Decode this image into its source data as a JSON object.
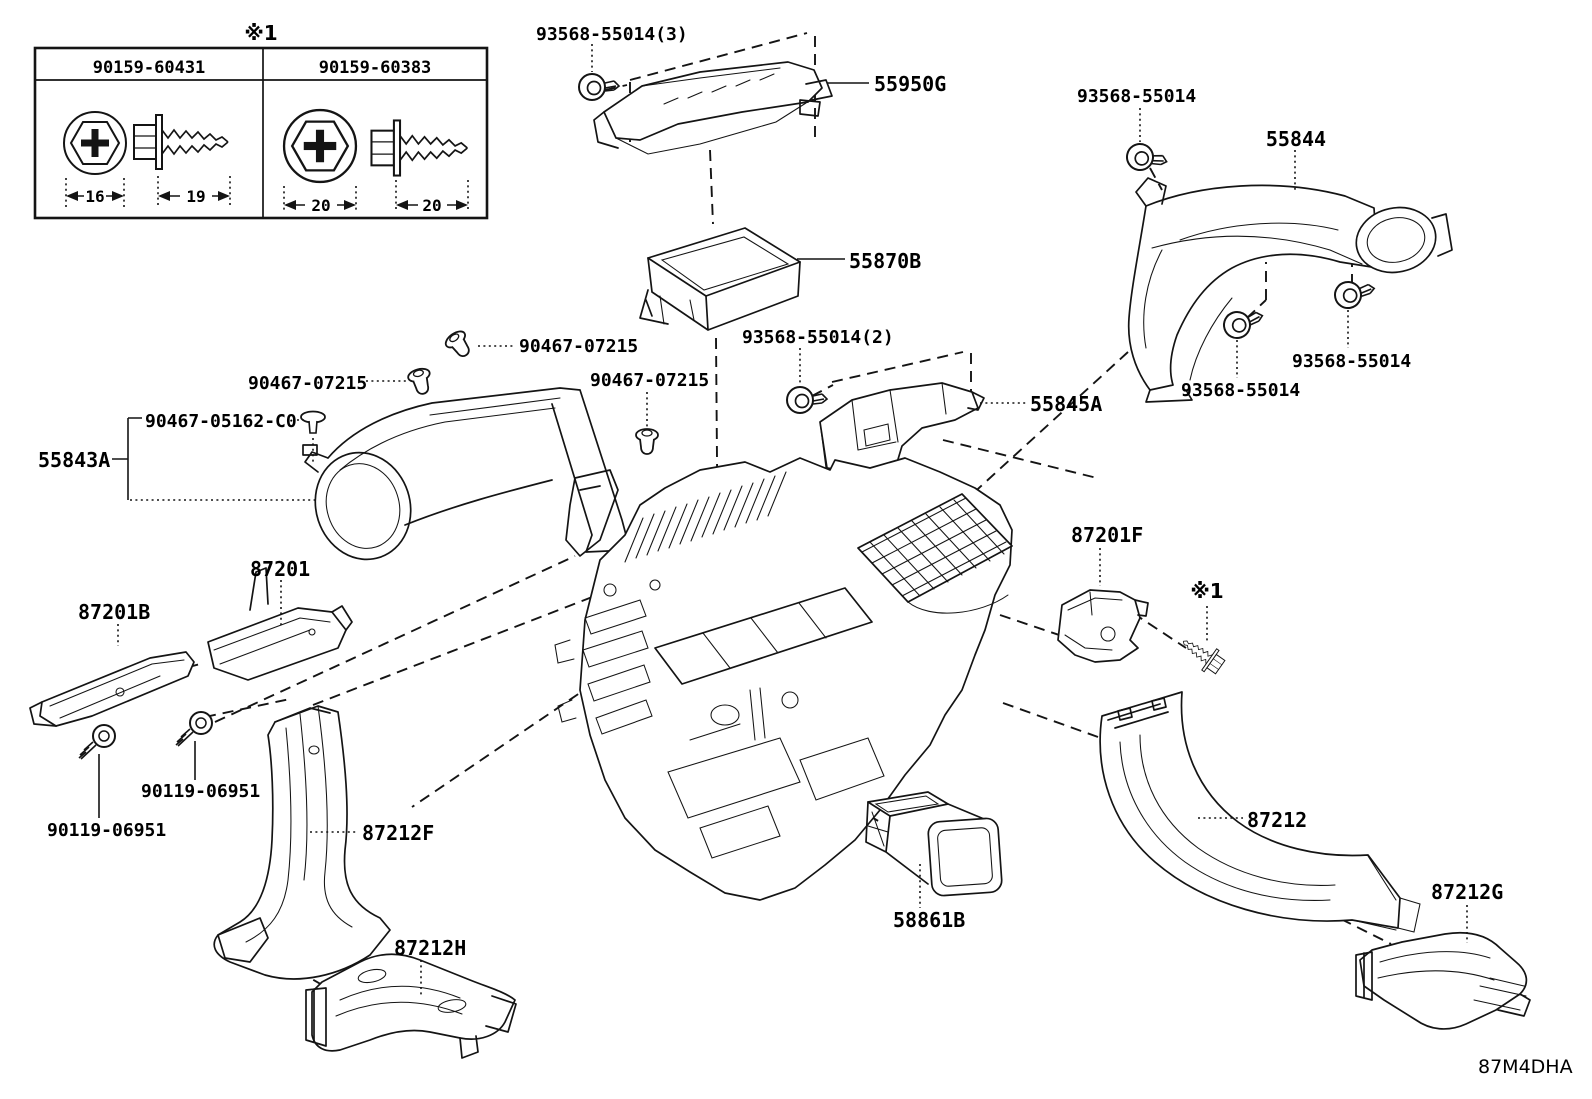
{
  "diagram": {
    "code": "87M4DHA",
    "fastener_table": {
      "note": "※1",
      "columns": [
        {
          "part_number": "90159-60431",
          "head_diameter": "16",
          "length": "19"
        },
        {
          "part_number": "90159-60383",
          "head_diameter": "20",
          "length": "20"
        }
      ]
    },
    "callouts": {
      "c93568_top": "93568-55014(3)",
      "c55950g": "55950G",
      "c55870b": "55870B",
      "c93568_right_top": "93568-55014",
      "c55844": "55844",
      "c93568_right_a": "93568-55014",
      "c93568_right_b": "93568-55014",
      "c93568_mid": "93568-55014(2)",
      "c55845a": "55845A",
      "c90467_left": "90467-07215",
      "c90467_top": "90467-07215",
      "c90467_mid": "90467-07215",
      "c90467_05162": "90467-05162-C0",
      "c55843a": "55843A",
      "c87201b": "87201B",
      "c87201": "87201",
      "c90119_right": "90119-06951",
      "c90119_left": "90119-06951",
      "c87212f": "87212F",
      "c87212h": "87212H",
      "c58861b": "58861B",
      "c87201f": "87201F",
      "note_ref": "※1",
      "c87212": "87212",
      "c87212g": "87212G"
    }
  }
}
